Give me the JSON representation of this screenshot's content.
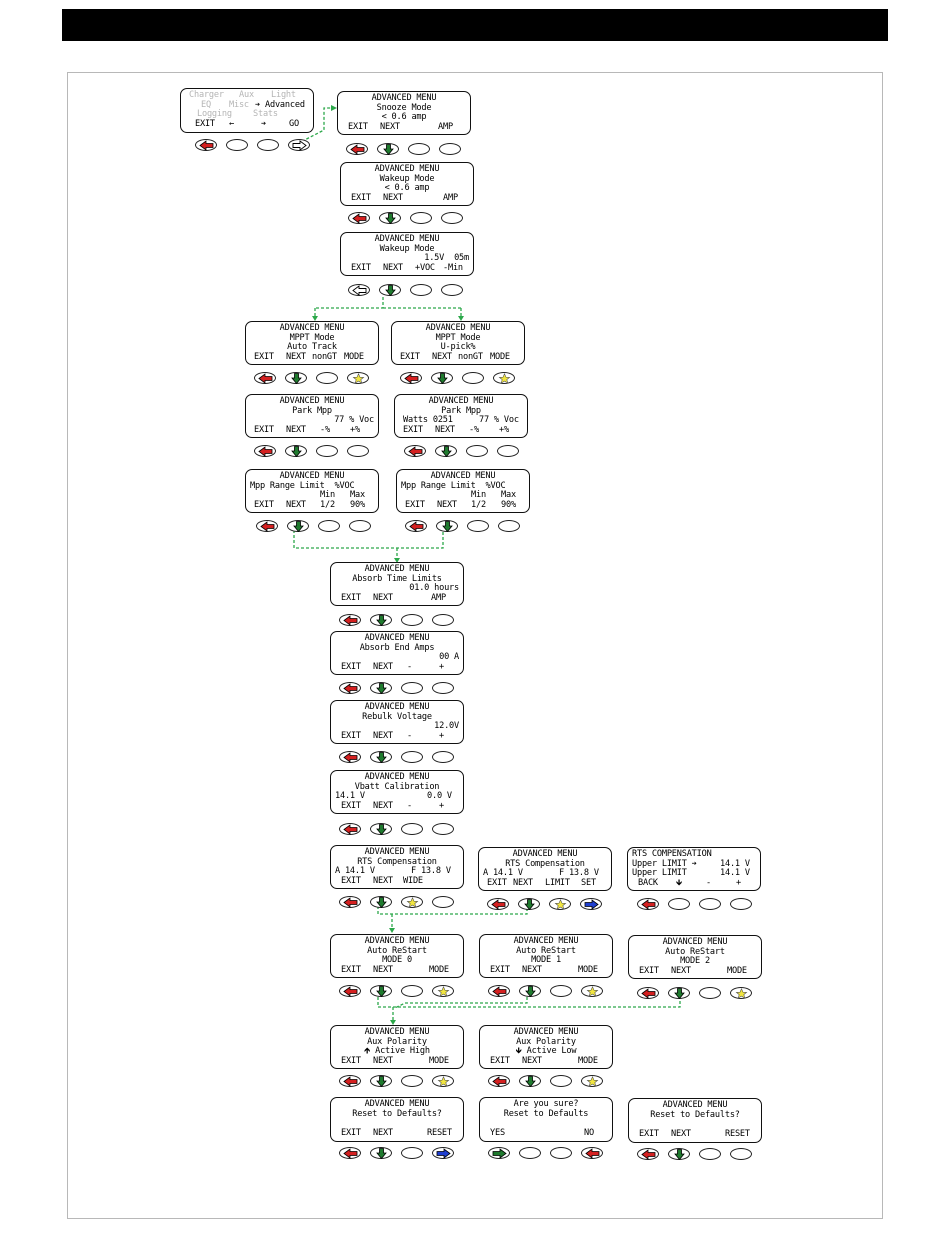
{
  "colors": {
    "exit_button": "#d42020",
    "next_button": "#1f7a2e",
    "mode_button": "#f2e640",
    "set_button": "#1f3fd0",
    "link_line": "#2ca84a"
  },
  "screens": {
    "main_menu": {
      "row1": [
        "Charger",
        "Aux",
        "Light"
      ],
      "row2": [
        "EQ",
        "Misc",
        "Advanced"
      ],
      "row3": [
        "Logging",
        "Stats"
      ],
      "selector": "➔",
      "soft": {
        "exit": "EXIT",
        "left": "←",
        "right": "➔",
        "go": "GO"
      }
    },
    "snooze": {
      "title": "ADVANCED MENU",
      "line1": "Snooze Mode",
      "line2": "< 0.6 amp",
      "soft": {
        "a": "EXIT",
        "b": "NEXT",
        "d": "AMP"
      }
    },
    "wakeup1": {
      "title": "ADVANCED MENU",
      "line1": "Wakeup Mode",
      "line2": "< 0.6 amp",
      "soft": {
        "a": "EXIT",
        "b": "NEXT",
        "d": "AMP"
      }
    },
    "wakeup2": {
      "title": "ADVANCED MENU",
      "line1": "Wakeup Mode",
      "line2": "1.5V  05m",
      "soft": {
        "a": "EXIT",
        "b": "NEXT",
        "c": "+VOC",
        "d": "-Min"
      }
    },
    "mppt_auto": {
      "title": "ADVANCED MENU",
      "line1": "MPPT Mode",
      "line2": "Auto Track",
      "soft": {
        "a": "EXIT",
        "b": "NEXT",
        "c": "nonGT",
        "d": "MODE"
      }
    },
    "mppt_upick": {
      "title": "ADVANCED MENU",
      "line1": "MPPT Mode",
      "line2": "U-pick%",
      "soft": {
        "a": "EXIT",
        "b": "NEXT",
        "c": "nonGT",
        "d": "MODE"
      }
    },
    "park_mpp_left": {
      "title": "ADVANCED MENU",
      "line1": "Park Mpp",
      "line2": "77 % Voc",
      "soft": {
        "a": "EXIT",
        "b": "NEXT",
        "c": "-%",
        "d": "+%"
      }
    },
    "park_mpp_right": {
      "title": "ADVANCED MENU",
      "line1": "Park Mpp",
      "watts": "Watts 0251",
      "line2": "77 % Voc",
      "soft": {
        "a": "EXIT",
        "b": "NEXT",
        "c": "-%",
        "d": "+%"
      }
    },
    "mpp_range_left": {
      "title": "ADVANCED MENU",
      "line1": "Mpp Range Limit  %VOC",
      "min": "Min",
      "max": "Max",
      "soft": {
        "a": "EXIT",
        "b": "NEXT",
        "c": "1/2",
        "d": "90%"
      }
    },
    "mpp_range_right": {
      "title": "ADVANCED MENU",
      "line1": "Mpp Range Limit  %VOC",
      "min": "Min",
      "max": "Max",
      "soft": {
        "a": "EXIT",
        "b": "NEXT",
        "c": "1/2",
        "d": "90%"
      }
    },
    "absorb_time": {
      "title": "ADVANCED MENU",
      "line1": "Absorb Time Limits",
      "line2": "01.0 hours",
      "soft": {
        "a": "EXIT",
        "b": "NEXT",
        "d": "AMP"
      }
    },
    "absorb_end": {
      "title": "ADVANCED MENU",
      "line1": "Absorb End Amps",
      "line2": "00 A",
      "soft": {
        "a": "EXIT",
        "b": "NEXT",
        "c": "-",
        "d": "+"
      }
    },
    "rebulk": {
      "title": "ADVANCED MENU",
      "line1": "Rebulk Voltage",
      "line2": "12.0V",
      "soft": {
        "a": "EXIT",
        "b": "NEXT",
        "c": "-",
        "d": "+"
      }
    },
    "vbatt": {
      "title": "ADVANCED MENU",
      "line1": "Vbatt Calibration",
      "left": "14.1 V",
      "right": "0.0 V",
      "soft": {
        "a": "EXIT",
        "b": "NEXT",
        "c": "-",
        "d": "+"
      }
    },
    "rts1": {
      "title": "ADVANCED MENU",
      "line1": "RTS Compensation",
      "left": "A 14.1 V",
      "right": "F 13.8 V",
      "soft": {
        "a": "EXIT",
        "b": "NEXT",
        "c": "WIDE"
      }
    },
    "rts2": {
      "title": "ADVANCED MENU",
      "line1": "RTS Compensation",
      "left": "A 14.1 V",
      "right": "F 13.8 V",
      "soft": {
        "a": "EXIT",
        "b": "NEXT",
        "c": "LIMIT",
        "d": "SET"
      }
    },
    "rts3": {
      "title": "RTS COMPENSATION",
      "upper1": "Upper LIMIT ➔",
      "val1": "14.1 V",
      "upper2": "Upper LIMIT",
      "val2": "14.1 V",
      "soft": {
        "a": "BACK",
        "b": "🡻",
        "c": "-",
        "d": "+"
      }
    },
    "restart0": {
      "title": "ADVANCED MENU",
      "line1": "Auto ReStart",
      "line2": "MODE 0",
      "soft": {
        "a": "EXIT",
        "b": "NEXT",
        "d": "MODE"
      }
    },
    "restart1": {
      "title": "ADVANCED MENU",
      "line1": "Auto ReStart",
      "line2": "MODE 1",
      "soft": {
        "a": "EXIT",
        "b": "NEXT",
        "d": "MODE"
      }
    },
    "restart2": {
      "title": "ADVANCED MENU",
      "line1": "Auto ReStart",
      "line2": "MODE 2",
      "soft": {
        "a": "EXIT",
        "b": "NEXT",
        "d": "MODE"
      }
    },
    "aux_high": {
      "title": "ADVANCED MENU",
      "line1": "Aux Polarity",
      "line2": "🡹 Active High",
      "soft": {
        "a": "EXIT",
        "b": "NEXT",
        "d": "MODE"
      }
    },
    "aux_low": {
      "title": "ADVANCED MENU",
      "line1": "Aux Polarity",
      "line2": "🡻 Active Low",
      "soft": {
        "a": "EXIT",
        "b": "NEXT",
        "d": "MODE"
      }
    },
    "reset1": {
      "title": "ADVANCED MENU",
      "line1": "Reset to Defaults?",
      "soft": {
        "a": "EXIT",
        "b": "NEXT",
        "d": "RESET"
      }
    },
    "sure": {
      "title": "Are you sure?",
      "line1": "Reset to Defaults",
      "soft": {
        "a": "YES",
        "d": "NO"
      }
    },
    "reset2": {
      "title": "ADVANCED MENU",
      "line1": "Reset to Defaults?",
      "soft": {
        "a": "EXIT",
        "b": "NEXT",
        "d": "RESET"
      }
    }
  }
}
